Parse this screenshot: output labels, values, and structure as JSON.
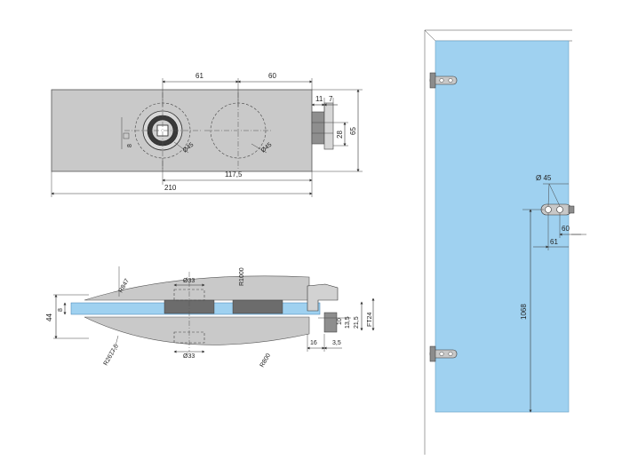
{
  "top_view": {
    "dim_61": "61",
    "dim_60": "60",
    "dim_11": "11",
    "dim_7": "7",
    "dim_28": "28",
    "dim_65": "65",
    "dim_8": "8",
    "dim_d45_left": "Ø45",
    "dim_d45_right": "Ø45",
    "dim_117": "117,5",
    "dim_210": "210"
  },
  "section_view": {
    "r847": "R847",
    "r1000": "R1000",
    "r2677": "R2677,5",
    "r800": "R800",
    "d33_top": "Ø33",
    "d33_bottom": "Ø33",
    "dim_44": "44",
    "dim_8": "8",
    "dim_10": "10",
    "dim_13": "13,5",
    "dim_21": "21,5",
    "dim_ft24": "FT24",
    "dim_16": "16",
    "dim_3_5": "3,5"
  },
  "door_view": {
    "dim_d45": "Ø 45",
    "dim_60": "60",
    "dim_61": "61",
    "dim_1068": "1068"
  },
  "colors": {
    "glass": "#9fd1f0",
    "metal": "#c9c9c9",
    "line": "#333333"
  }
}
